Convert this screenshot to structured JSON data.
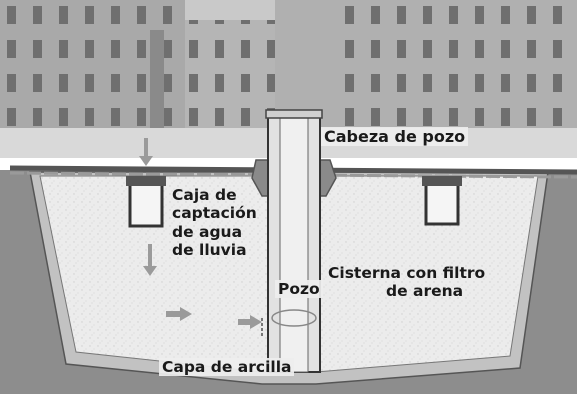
{
  "labels": {
    "well_head": "Cabeza de pozo",
    "catchment_box": [
      "Caja de",
      "captación",
      "de agua",
      "de lluvia"
    ],
    "well": "Pozo",
    "cistern": [
      "Cisterna con filtro",
      "de arena"
    ],
    "clay_layer": "Capa de arcilla"
  },
  "colors": {
    "sky": "#d4d4d4",
    "building": "#a8a8a8",
    "ground": "#8d8d8d",
    "sand": "#ececec",
    "clay": "#c2c2c2",
    "stone": "#7e7e7e",
    "arrow": "#9a9a9a"
  },
  "icons": [
    "down-arrow-icon",
    "right-arrow-icon"
  ]
}
